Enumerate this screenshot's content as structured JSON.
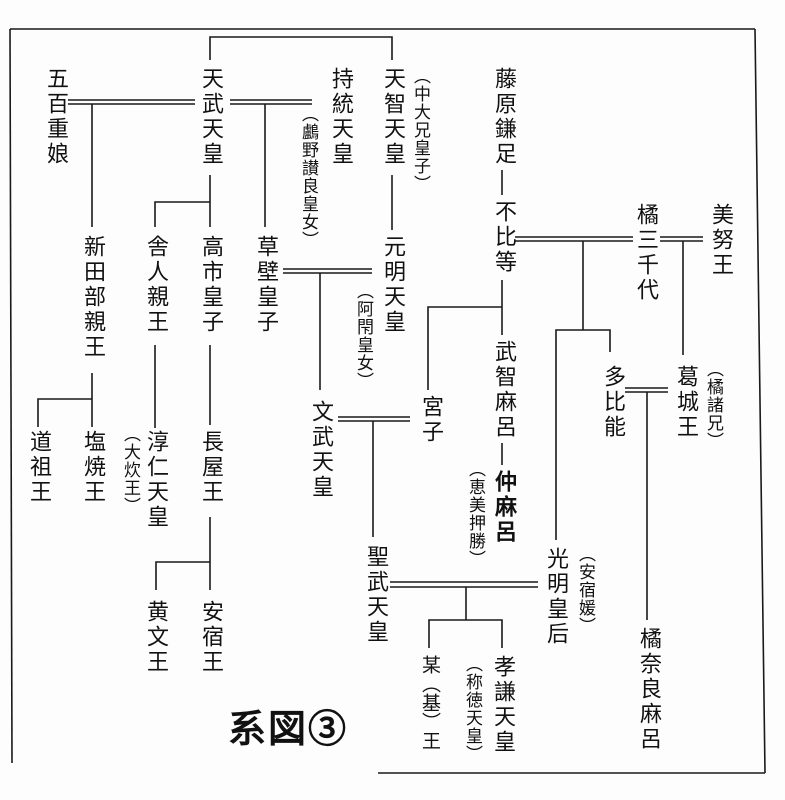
{
  "title": "系図③",
  "people": {
    "gohyakue": {
      "name": "五百重娘"
    },
    "tenmu": {
      "name": "天武天皇"
    },
    "jito": {
      "name": "持統天皇",
      "alias": "（鸕野讃良皇女）"
    },
    "tenji": {
      "name": "天智天皇",
      "alias": "（中大兄皇子）"
    },
    "kamatari": {
      "name": "藤原鎌足"
    },
    "fuhito": {
      "name": "不比等"
    },
    "michiyo": {
      "name": "橘三千代"
    },
    "minu": {
      "name": "美努王"
    },
    "niitabe": {
      "name": "新田部親王"
    },
    "toneri": {
      "name": "舎人親王"
    },
    "takechi": {
      "name": "高市皇子"
    },
    "kusakabe": {
      "name": "草壁皇子"
    },
    "genmei": {
      "name": "元明天皇",
      "alias": "（阿閇皇女）"
    },
    "muchimaro": {
      "name": "武智麻呂"
    },
    "miyako": {
      "name": "宮子"
    },
    "tahino": {
      "name": "多比能"
    },
    "katsuragi": {
      "name": "葛城王",
      "alias": "（橘諸兄）"
    },
    "monmu": {
      "name": "文武天皇"
    },
    "funado": {
      "name": "道祖王"
    },
    "shioyaki": {
      "name": "塩焼王"
    },
    "junnin": {
      "name": "淳仁天皇",
      "alias": "（大炊王）"
    },
    "nagaya": {
      "name": "長屋王"
    },
    "nakamaro": {
      "name": "仲麻呂",
      "alias": "（恵美押勝）"
    },
    "komyo": {
      "name": "光明皇后",
      "alias": "（安宿媛）"
    },
    "shomu": {
      "name": "聖武天皇"
    },
    "kibumi": {
      "name": "黄文王"
    },
    "asuka": {
      "name": "安宿王"
    },
    "koken": {
      "name": "孝謙天皇",
      "alias": "（称徳天皇）"
    },
    "moto": {
      "name": "某（基）王"
    },
    "naramaro": {
      "name": "橘奈良麻呂"
    }
  }
}
